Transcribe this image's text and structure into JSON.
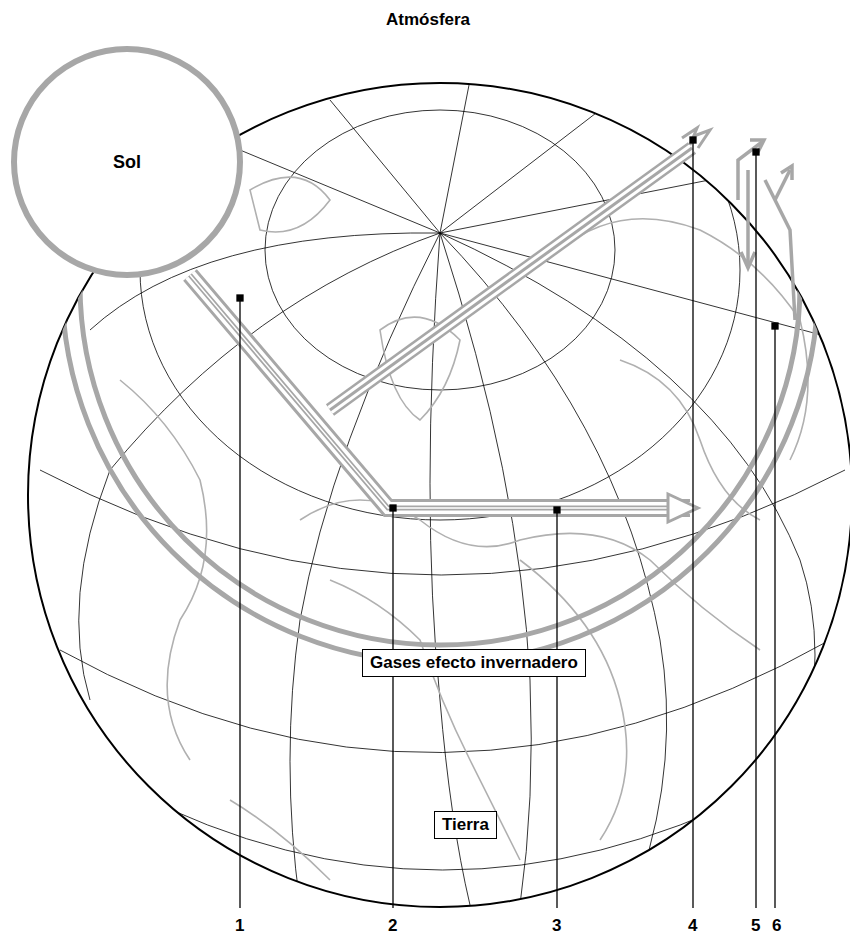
{
  "diagram": {
    "nodes": [
      {
        "text": [
          "Sol"
        ]
      },
      {
        "text": [
          "Gases efecto invernadero"
        ]
      },
      {
        "text": [
          "Tierra"
        ]
      }
    ],
    "labels": [
      "Atmósfera",
      "1",
      "2",
      "3",
      "4",
      "5",
      "6"
    ]
  }
}
